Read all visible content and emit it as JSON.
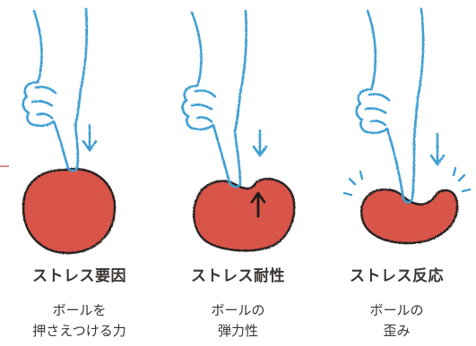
{
  "colors": {
    "finger_stroke": "#3f9fd3",
    "ball_fill": "#d9554a",
    "ball_outline": "#2a2422",
    "text": "#3a3533",
    "edge_mark": "#d98a8a"
  },
  "panels": [
    {
      "title": "ストレス要因",
      "desc_line1": "ボールを",
      "desc_line2": "押さえつける力",
      "ball_state": "round",
      "icon": "down-arrow-icon"
    },
    {
      "title": "ストレス耐性",
      "desc_line1": "ボールの",
      "desc_line2": "弾力性",
      "ball_state": "dented",
      "icon": "up-arrow-icon"
    },
    {
      "title": "ストレス反応",
      "desc_line1": "ボールの",
      "desc_line2": "歪み",
      "ball_state": "squashed",
      "icon": "strain-lines-icon"
    }
  ]
}
